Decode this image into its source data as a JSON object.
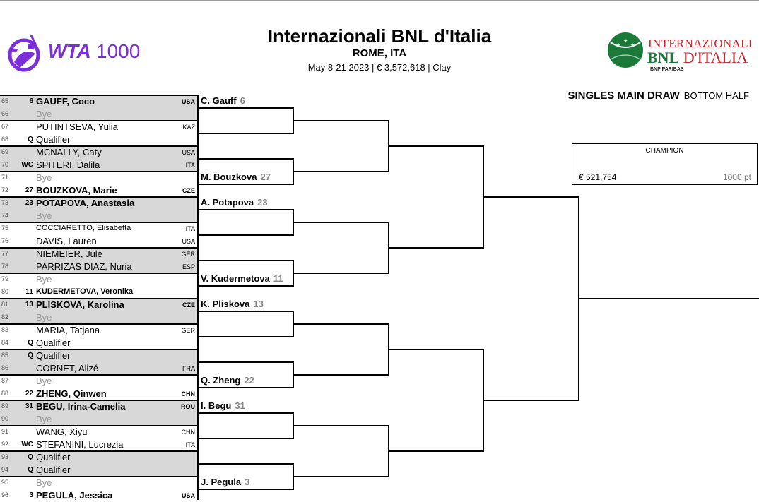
{
  "header": {
    "title": "Internazionali BNL d'Italia",
    "location": "ROME, ITA",
    "info": "May 8-21 2023  |  € 3,572,618  |  Clay"
  },
  "logos": {
    "wta_text": "WTA",
    "wta_tier": "1000",
    "bnl_line1": "INTERNAZIONALI",
    "bnl_line2a": "BNL",
    "bnl_line2b": " D'ITALIA",
    "bnl_line3": "BNP PARIBAS"
  },
  "draw": {
    "title": "SINGLES MAIN DRAW",
    "section": "BOTTOM HALF"
  },
  "champion": {
    "label": "CHAMPION",
    "prize": "€ 521,754",
    "points": "1000 pt"
  },
  "colors": {
    "purple": "#7a2fd8",
    "bnl_red": "#c1272d",
    "bnl_green": "#1b7a3a",
    "shade": "#d8d8d8"
  },
  "players": [
    {
      "num": "65",
      "seed": "6",
      "name": "GAUFF, Coco",
      "nat": "USA"
    },
    {
      "num": "66",
      "seed": "",
      "name": "Bye",
      "nat": ""
    },
    {
      "num": "67",
      "seed": "",
      "name": "PUTINTSEVA, Yulia",
      "nat": "KAZ"
    },
    {
      "num": "68",
      "seed": "Q",
      "name": "Qualifier",
      "nat": ""
    },
    {
      "num": "69",
      "seed": "",
      "name": "MCNALLY, Caty",
      "nat": "USA"
    },
    {
      "num": "70",
      "seed": "WC",
      "name": "SPITERI, Dalila",
      "nat": "ITA"
    },
    {
      "num": "71",
      "seed": "",
      "name": "Bye",
      "nat": ""
    },
    {
      "num": "72",
      "seed": "27",
      "name": "BOUZKOVA, Marie",
      "nat": "CZE"
    },
    {
      "num": "73",
      "seed": "23",
      "name": "POTAPOVA, Anastasia",
      "nat": ""
    },
    {
      "num": "74",
      "seed": "",
      "name": "Bye",
      "nat": ""
    },
    {
      "num": "75",
      "seed": "",
      "name": "COCCIARETTO, Elisabetta",
      "nat": "ITA"
    },
    {
      "num": "76",
      "seed": "",
      "name": "DAVIS, Lauren",
      "nat": "USA"
    },
    {
      "num": "77",
      "seed": "",
      "name": "NIEMEIER, Jule",
      "nat": "GER"
    },
    {
      "num": "78",
      "seed": "",
      "name": "PARRIZAS DIAZ, Nuria",
      "nat": "ESP"
    },
    {
      "num": "79",
      "seed": "",
      "name": "Bye",
      "nat": ""
    },
    {
      "num": "80",
      "seed": "11",
      "name": "KUDERMETOVA, Veronika",
      "nat": ""
    },
    {
      "num": "81",
      "seed": "13",
      "name": "PLISKOVA, Karolina",
      "nat": "CZE"
    },
    {
      "num": "82",
      "seed": "",
      "name": "Bye",
      "nat": ""
    },
    {
      "num": "83",
      "seed": "",
      "name": "MARIA, Tatjana",
      "nat": "GER"
    },
    {
      "num": "84",
      "seed": "Q",
      "name": "Qualifier",
      "nat": ""
    },
    {
      "num": "85",
      "seed": "Q",
      "name": "Qualifier",
      "nat": ""
    },
    {
      "num": "86",
      "seed": "",
      "name": "CORNET, Alizé",
      "nat": "FRA"
    },
    {
      "num": "87",
      "seed": "",
      "name": "Bye",
      "nat": ""
    },
    {
      "num": "88",
      "seed": "22",
      "name": "ZHENG, Qinwen",
      "nat": "CHN"
    },
    {
      "num": "89",
      "seed": "31",
      "name": "BEGU, Irina-Camelia",
      "nat": "ROU"
    },
    {
      "num": "90",
      "seed": "",
      "name": "Bye",
      "nat": ""
    },
    {
      "num": "91",
      "seed": "",
      "name": "WANG, Xiyu",
      "nat": "CHN"
    },
    {
      "num": "92",
      "seed": "WC",
      "name": "STEFANINI, Lucrezia",
      "nat": "ITA"
    },
    {
      "num": "93",
      "seed": "Q",
      "name": "Qualifier",
      "nat": ""
    },
    {
      "num": "94",
      "seed": "Q",
      "name": "Qualifier",
      "nat": ""
    },
    {
      "num": "95",
      "seed": "",
      "name": "Bye",
      "nat": ""
    },
    {
      "num": "96",
      "seed": "3",
      "name": "PEGULA, Jessica",
      "nat": "USA"
    }
  ],
  "round2": [
    {
      "name": "C. Gauff",
      "seed": "6"
    },
    {
      "name": "",
      "seed": ""
    },
    {
      "name": "",
      "seed": ""
    },
    {
      "name": "M. Bouzkova",
      "seed": "27"
    },
    {
      "name": "A. Potapova",
      "seed": "23"
    },
    {
      "name": "",
      "seed": ""
    },
    {
      "name": "",
      "seed": ""
    },
    {
      "name": "V. Kudermetova",
      "seed": "11"
    },
    {
      "name": "K. Pliskova",
      "seed": "13"
    },
    {
      "name": "",
      "seed": ""
    },
    {
      "name": "",
      "seed": ""
    },
    {
      "name": "Q. Zheng",
      "seed": "22"
    },
    {
      "name": "I. Begu",
      "seed": "31"
    },
    {
      "name": "",
      "seed": ""
    },
    {
      "name": "",
      "seed": ""
    },
    {
      "name": "J. Pegula",
      "seed": "3"
    }
  ]
}
